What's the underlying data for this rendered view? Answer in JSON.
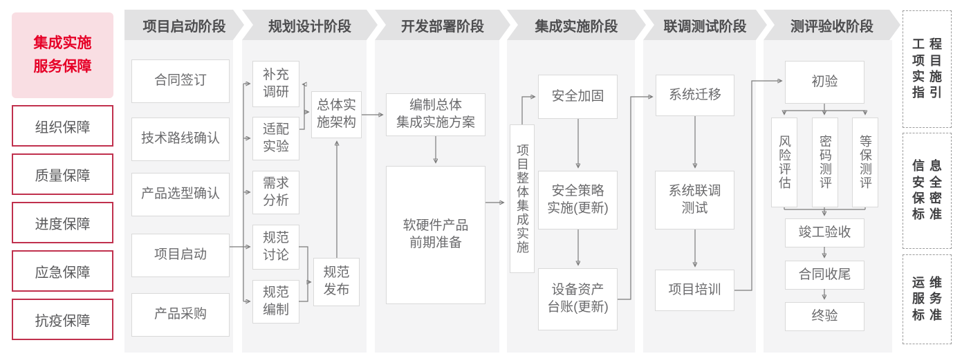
{
  "palette": {
    "accent-red": "#e60027",
    "border-red": "#c0304d",
    "pink-bg": "#f9dee3",
    "banner-bg": "#e2e2e3",
    "banner-text": "#4d4d4f",
    "panel-bg": "#f4f4f5",
    "box-border": "#d9d9d9",
    "box-text": "#6a6a6c",
    "line-gray": "#7a7a7a",
    "dash-border": "#9b9b9b",
    "dash-text": "#404042"
  },
  "sidebar": {
    "title": "集成实施\n服务保障",
    "items": [
      "组织保障",
      "质量保障",
      "进度保障",
      "应急保障",
      "抗疫保障"
    ]
  },
  "phases": [
    {
      "label": "项目启动阶段",
      "boxes": [
        {
          "label": "合同签订"
        },
        {
          "label": "技术路线确认"
        },
        {
          "label": "产品选型确认"
        },
        {
          "label": "项目启动"
        },
        {
          "label": "产品采购"
        }
      ]
    },
    {
      "label": "规划设计阶段",
      "boxes": [
        {
          "label": "补充\n调研"
        },
        {
          "label": "适配\n实验"
        },
        {
          "label": "需求\n分析"
        },
        {
          "label": "规范\n讨论"
        },
        {
          "label": "规范\n编制"
        },
        {
          "label": "总体实\n施架构"
        },
        {
          "label": "规范\n发布"
        }
      ]
    },
    {
      "label": "开发部署阶段",
      "boxes": [
        {
          "label": "编制总体\n集成实施方案"
        },
        {
          "label": "软硬件产品\n前期准备"
        }
      ]
    },
    {
      "label": "集成实施阶段",
      "boxes": [
        {
          "label": "项目整体集成实施"
        },
        {
          "label": "安全加固"
        },
        {
          "label": "安全策略\n实施(更新)"
        },
        {
          "label": "设备资产\n台账(更新)"
        }
      ]
    },
    {
      "label": "联调测试阶段",
      "boxes": [
        {
          "label": "系统迁移"
        },
        {
          "label": "系统联调\n测试"
        },
        {
          "label": "项目培训"
        }
      ]
    },
    {
      "label": "测评验收阶段",
      "boxes": [
        {
          "label": "初验"
        },
        {
          "label": "风险评估"
        },
        {
          "label": "密码测评"
        },
        {
          "label": "等保测评"
        },
        {
          "label": "竣工验收"
        },
        {
          "label": "合同收尾"
        },
        {
          "label": "终验"
        }
      ]
    }
  ],
  "standards": [
    {
      "label": "工程\n项目\n实施\n指引"
    },
    {
      "label": "信息\n安全\n保密\n标准"
    },
    {
      "label": "运维\n服务\n标准"
    }
  ]
}
